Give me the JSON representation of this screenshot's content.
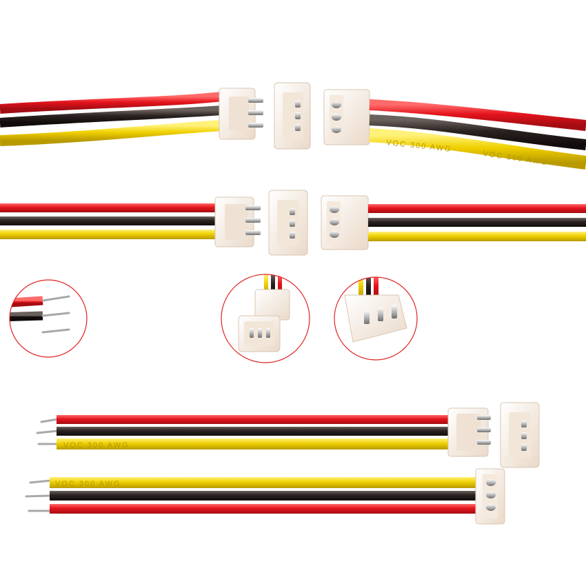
{
  "photo": {
    "subject": "3-pin wire-to-board connector cable assemblies",
    "background_color": "#ffffff",
    "wire_colors": {
      "red": "#e5141d",
      "black": "#2a2220",
      "yellow": "#f0d000"
    },
    "housing_color": "#fbf3ea",
    "zoom_circle_outline": "#e02020",
    "wire_print_text": "VOC 300 AWG",
    "assemblies": [
      {
        "name": "mated-pair-top",
        "pins": 3
      },
      {
        "name": "mated-pair-middle",
        "pins": 3
      },
      {
        "name": "male-plug-lead",
        "pins": 3
      },
      {
        "name": "female-receptacle-lead",
        "pins": 3
      }
    ],
    "detail_views": [
      "stripped-wire-ends",
      "receptacle-closeup",
      "plug-closeup"
    ]
  }
}
